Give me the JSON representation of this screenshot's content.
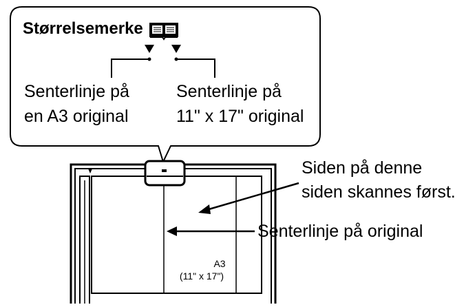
{
  "callout": {
    "title": "Størrelsemerke",
    "icon": "book-icon",
    "label_left_line1": "Senterlinje på",
    "label_left_line2": "en A3 original",
    "label_right_line1": "Senterlinje på",
    "label_right_line2": "11\" x 17\" original"
  },
  "annotations": {
    "scanned_first_line1": "Siden på denne",
    "scanned_first_line2": "siden skannes først.",
    "centerline_original": "Senterlinje på original"
  },
  "original": {
    "size_line1": "A3",
    "size_line2": "(11\" x 17\")"
  }
}
